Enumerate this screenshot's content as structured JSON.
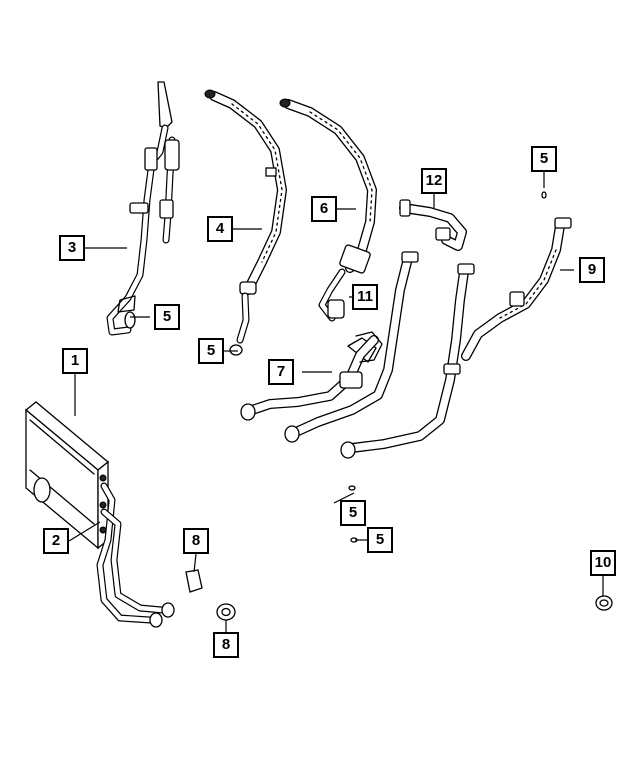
{
  "diagram": {
    "callouts": [
      {
        "id": "c1",
        "label": "1"
      },
      {
        "id": "c2",
        "label": "2"
      },
      {
        "id": "c3",
        "label": "3"
      },
      {
        "id": "c4",
        "label": "4"
      },
      {
        "id": "c5a",
        "label": "5"
      },
      {
        "id": "c5b",
        "label": "5"
      },
      {
        "id": "c5c",
        "label": "5"
      },
      {
        "id": "c5d",
        "label": "5"
      },
      {
        "id": "c5e",
        "label": "5"
      },
      {
        "id": "c6",
        "label": "6"
      },
      {
        "id": "c7",
        "label": "7"
      },
      {
        "id": "c8a",
        "label": "8"
      },
      {
        "id": "c8b",
        "label": "8"
      },
      {
        "id": "c9",
        "label": "9"
      },
      {
        "id": "c10",
        "label": "10"
      },
      {
        "id": "c11",
        "label": "11"
      },
      {
        "id": "c12",
        "label": "12"
      }
    ]
  }
}
